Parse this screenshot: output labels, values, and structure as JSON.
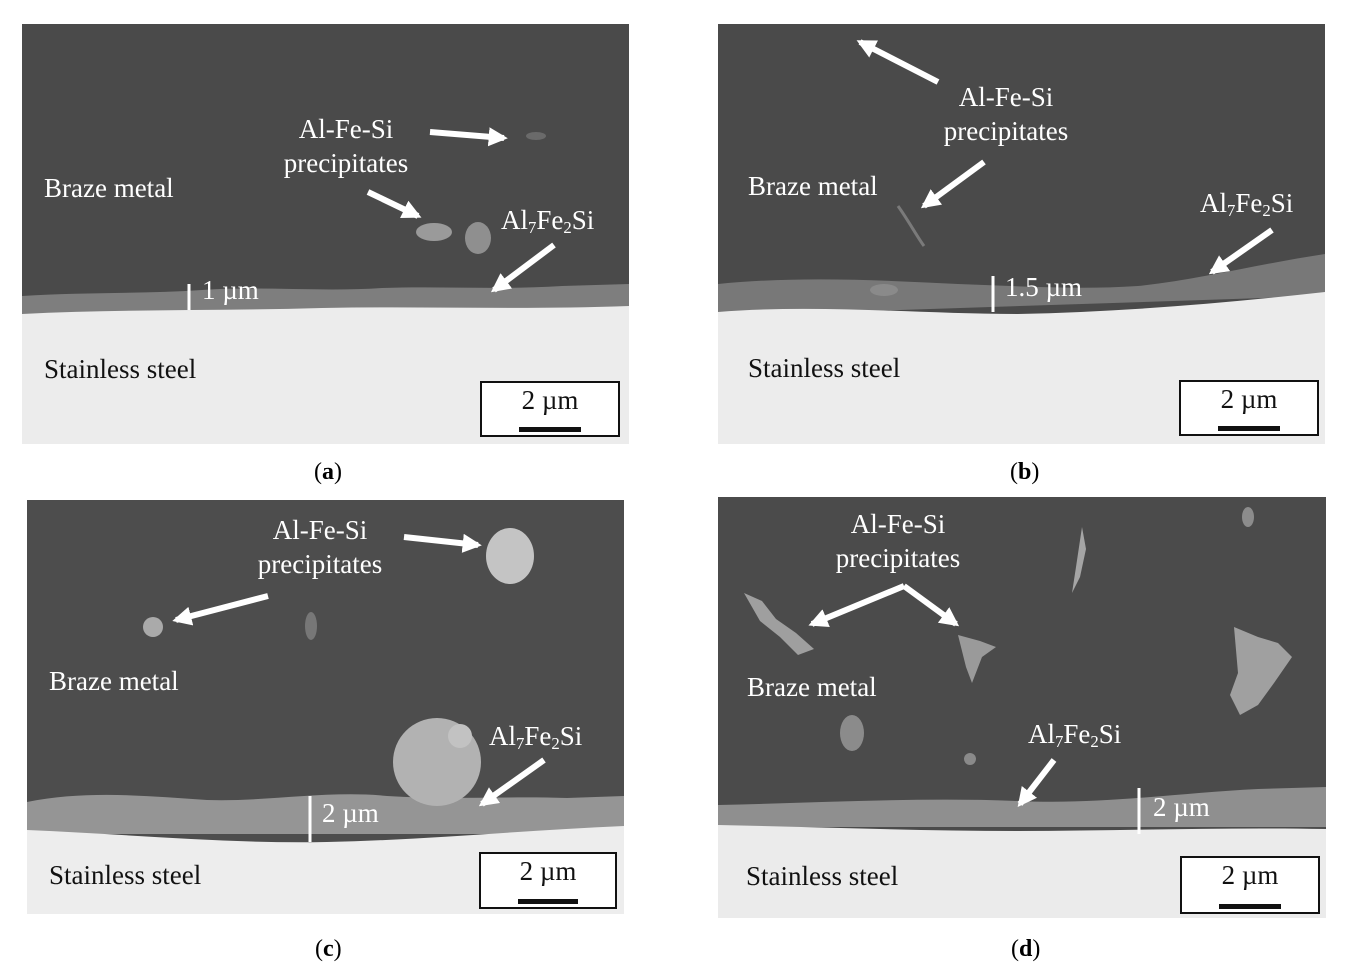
{
  "panels": [
    {
      "id": "a",
      "caption": "a",
      "braze": "Braze metal",
      "steel": "Stainless steel",
      "ppt_line1": "Al-Fe-Si",
      "ppt_line2": "precipitates",
      "phase_a": "Al",
      "phase_s1": "7",
      "phase_b": "Fe",
      "phase_s2": "2",
      "phase_c": "Si",
      "thickness": "1 µm",
      "scale": "2 µm"
    },
    {
      "id": "b",
      "caption": "b",
      "braze": "Braze metal",
      "steel": "Stainless steel",
      "ppt_line1": "Al-Fe-Si",
      "ppt_line2": "precipitates",
      "phase_a": "Al",
      "phase_s1": "7",
      "phase_b": "Fe",
      "phase_s2": "2",
      "phase_c": "Si",
      "thickness": "1.5 µm",
      "scale": "2 µm"
    },
    {
      "id": "c",
      "caption": "c",
      "braze": "Braze metal",
      "steel": "Stainless steel",
      "ppt_line1": "Al-Fe-Si",
      "ppt_line2": "precipitates",
      "phase_a": "Al",
      "phase_s1": "7",
      "phase_b": "Fe",
      "phase_s2": "2",
      "phase_c": "Si",
      "thickness": "2 µm",
      "scale": "2 µm"
    },
    {
      "id": "d",
      "caption": "d",
      "braze": "Braze metal",
      "steel": "Stainless steel",
      "ppt_line1": "Al-Fe-Si",
      "ppt_line2": "precipitates",
      "phase_a": "Al",
      "phase_s1": "7",
      "phase_b": "Fe",
      "phase_s2": "2",
      "phase_c": "Si",
      "thickness": "2 µm",
      "scale": "2 µm"
    }
  ],
  "colors": {
    "braze": "#4a4a4a",
    "layer": "#8c8c8c",
    "steel": "#e9e9e9",
    "arrow": "#ffffff"
  }
}
